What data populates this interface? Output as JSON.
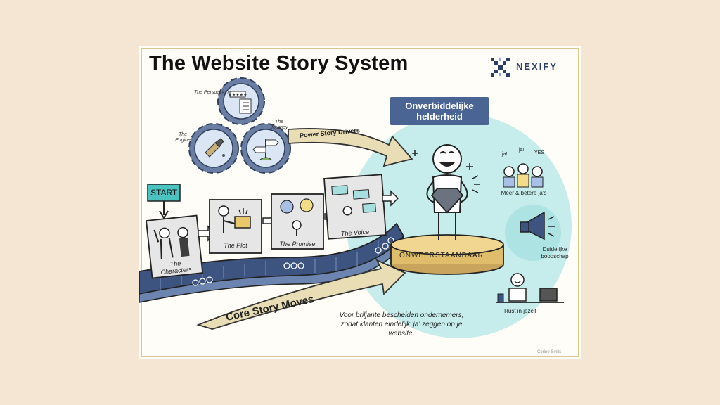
{
  "header": {
    "title": "The Website Story System",
    "brand": "NEXIFY"
  },
  "gears": [
    {
      "label": "The Persuasion"
    },
    {
      "label": "The Engine"
    },
    {
      "label": "The Journey"
    }
  ],
  "arrows": {
    "power": "Power Story Drivers",
    "core": "Core Story Moves"
  },
  "start_label": "START",
  "steps": [
    {
      "label": "The Characters"
    },
    {
      "label": "The Plot"
    },
    {
      "label": "The Promise"
    },
    {
      "label": "The Voice"
    }
  ],
  "banner": "Onverbiddelijke helderheid",
  "pedestal": "ONWEERSTAANBAAR",
  "outcomes": [
    {
      "label": "Meer & betere ja's",
      "bubbles": [
        "ja!",
        "ja!",
        "YES"
      ]
    },
    {
      "label": "Duidelijke boodschap"
    },
    {
      "label": "Rust in jezelf"
    }
  ],
  "tagline": "Voor briljante bescheiden ondernemers, zodat klanten eindelijk 'ja' zeggen op je website.",
  "credit": "Corine Smits",
  "colors": {
    "page_bg": "#f4e6d3",
    "card_bg": "#fffdf7",
    "banner": "#4a6593",
    "gear": "#6a7ea3",
    "belt": "#3d5480",
    "arrow_fill": "#e8ddb4",
    "circle": "#c6ecec",
    "start": "#4bc2c0"
  }
}
